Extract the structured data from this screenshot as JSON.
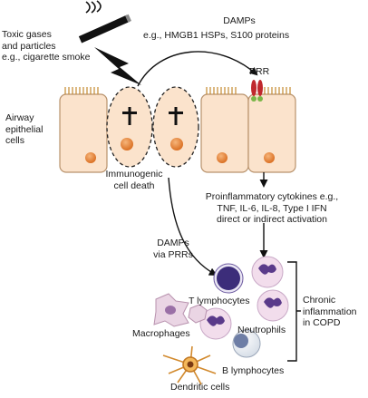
{
  "labels": {
    "toxic_gases": "Toxic gases\nand particles\ne.g., cigarette smoke",
    "damps_top_title": "DAMPs",
    "damps_top_examples": "e.g., HMGB1 HSPs, S100 proteins",
    "prr": "PRR",
    "airway_cells": "Airway\nepithelial\ncells",
    "immunogenic_death": "Immunogenic\ncell death",
    "cytokines": "Proinflammatory cytokines e.g.,\nTNF, IL-6, IL-8, Type I IFN\ndirect or indirect activation",
    "damps_via_prrs": "DAMPs\nvia PRRs",
    "t_lymphocytes": "T lymphocytes",
    "macrophages": "Macrophages",
    "neutrophils": "Neutrophils",
    "b_lymphocytes": "B lymphocytes",
    "dendritic_cells": "Dendritic cells",
    "chronic_inflammation": "Chronic\ninflammation\nin COPD"
  },
  "colors": {
    "epithelium_fill": "#fbe3cc",
    "epithelium_stroke": "#b8926c",
    "cilia": "#c58a2e",
    "nucleus": "#e07b24",
    "dying_cell_stroke": "#222222",
    "prr_red": "#c0282d",
    "prr_green": "#7ab648",
    "immune_purple": "#5a3a8a",
    "arrow": "#111111"
  },
  "icons": {
    "cigarette": "cigarette-icon",
    "lightning": "lightning-bolt-icon",
    "cross": "dagger-cross-icon"
  }
}
